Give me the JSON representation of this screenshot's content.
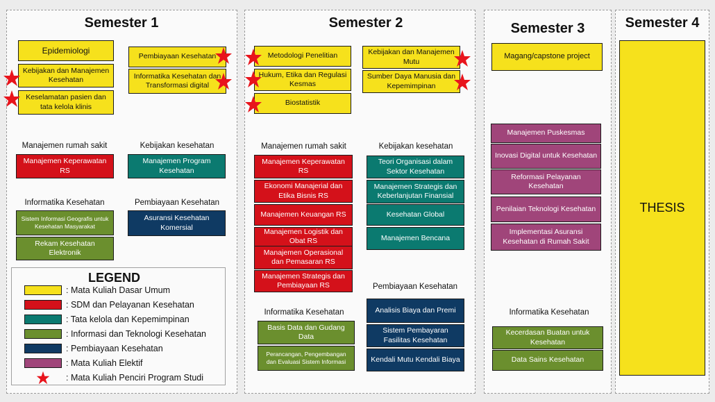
{
  "semesters": {
    "s1": "Semester 1",
    "s2": "Semester 2",
    "s3": "Semester 3",
    "s4": "Semester 4"
  },
  "s1": {
    "core": [
      "Epidemiologi",
      "Kebijakan dan Manajemen Kesehatan",
      "Keselamatan pasien dan tata kelola klinis"
    ],
    "core_right": [
      "Pembiayaan Kesehatan",
      "Informatika Kesehatan dan Transformasi digital"
    ],
    "groups": {
      "rs": "Manajemen rumah sakit",
      "kebijakan": "Kebijakan kesehatan",
      "informatika": "Informatika Kesehatan",
      "pembiayaan": "Pembiayaan Kesehatan"
    },
    "rs": [
      "Manajemen Keperawatan RS"
    ],
    "kebijakan": [
      "Manajemen Program Kesehatan"
    ],
    "informatika": [
      "Sistem Informasi Geografis untuk Kesehatan Masyarakat",
      "Rekam Kesehatan Elektronik"
    ],
    "pembiayaan": [
      "Asuransi Kesehatan Komersial"
    ]
  },
  "s2": {
    "core": [
      "Metodologi Penelitian",
      "Hukum, Etika dan Regulasi Kesmas",
      "Biostatistik"
    ],
    "core_right": [
      "Kebijakan dan Manajemen Mutu",
      "Sumber Daya Manusia dan Kepemimpinan"
    ],
    "groups": {
      "rs": "Manajemen rumah sakit",
      "kebijakan": "Kebijakan kesehatan",
      "pembiayaan": "Pembiayaan Kesehatan",
      "informatika": "Informatika Kesehatan"
    },
    "rs": [
      "Manajemen Keperawatan RS",
      "Ekonomi Manajerial dan Etika Bisnis RS",
      "Manajemen Keuangan RS",
      "Manajemen Logistik dan Obat RS",
      "Manajemen Operasional dan Pemasaran RS",
      "Manajemen Strategis dan Pembiayaan RS"
    ],
    "kebijakan": [
      "Teori Organisasi dalam Sektor Kesehatan",
      "Manajemen Strategis dan Keberlanjutan Finansial",
      "Kesehatan Global",
      "Manajemen Bencana"
    ],
    "pembiayaan": [
      "Analisis Biaya dan Premi",
      "Sistem Pembayaran Fasilitas Kesehatan",
      "Kendali Mutu Kendali Biaya"
    ],
    "informatika": [
      "Basis Data dan Gudang Data",
      "Perancangan, Pengembangan dan Evaluasi Sistem Informasi"
    ]
  },
  "s3": {
    "core": [
      "Magang/capstone project"
    ],
    "elektif": [
      "Manajemen Puskesmas",
      "Inovasi Digital untuk Kesehatan",
      "Reformasi Pelayanan Kesehatan",
      "Penilaian Teknologi Kesehatan",
      "Implementasi Asuransi Kesehatan di Rumah Sakit"
    ],
    "group_informatika": "Informatika Kesehatan",
    "informatika": [
      "Kecerdasan Buatan untuk Kesehatan",
      "Data Sains Kesehatan"
    ]
  },
  "s4": {
    "thesis": "THESIS"
  },
  "legend": {
    "title": "LEGEND",
    "items": [
      {
        "label": ": Mata Kuliah Dasar Umum",
        "color": "#f6e11c"
      },
      {
        "label": ": SDM dan Pelayanan Kesehatan",
        "color": "#d4111a"
      },
      {
        "label": ": Tata kelola dan Kepemimpinan",
        "color": "#0b7a70"
      },
      {
        "label": ": Informasi dan Teknologi Kesehatan",
        "color": "#6b8f2e"
      },
      {
        "label": ": Pembiayaan Kesehatan",
        "color": "#0f3a63"
      },
      {
        "label": ": Mata Kuliah Elektif",
        "color": "#a0457a"
      },
      {
        "label": ": Mata Kuliah Penciri Program Studi",
        "color": "star"
      }
    ]
  },
  "star_color": "#e8141c"
}
